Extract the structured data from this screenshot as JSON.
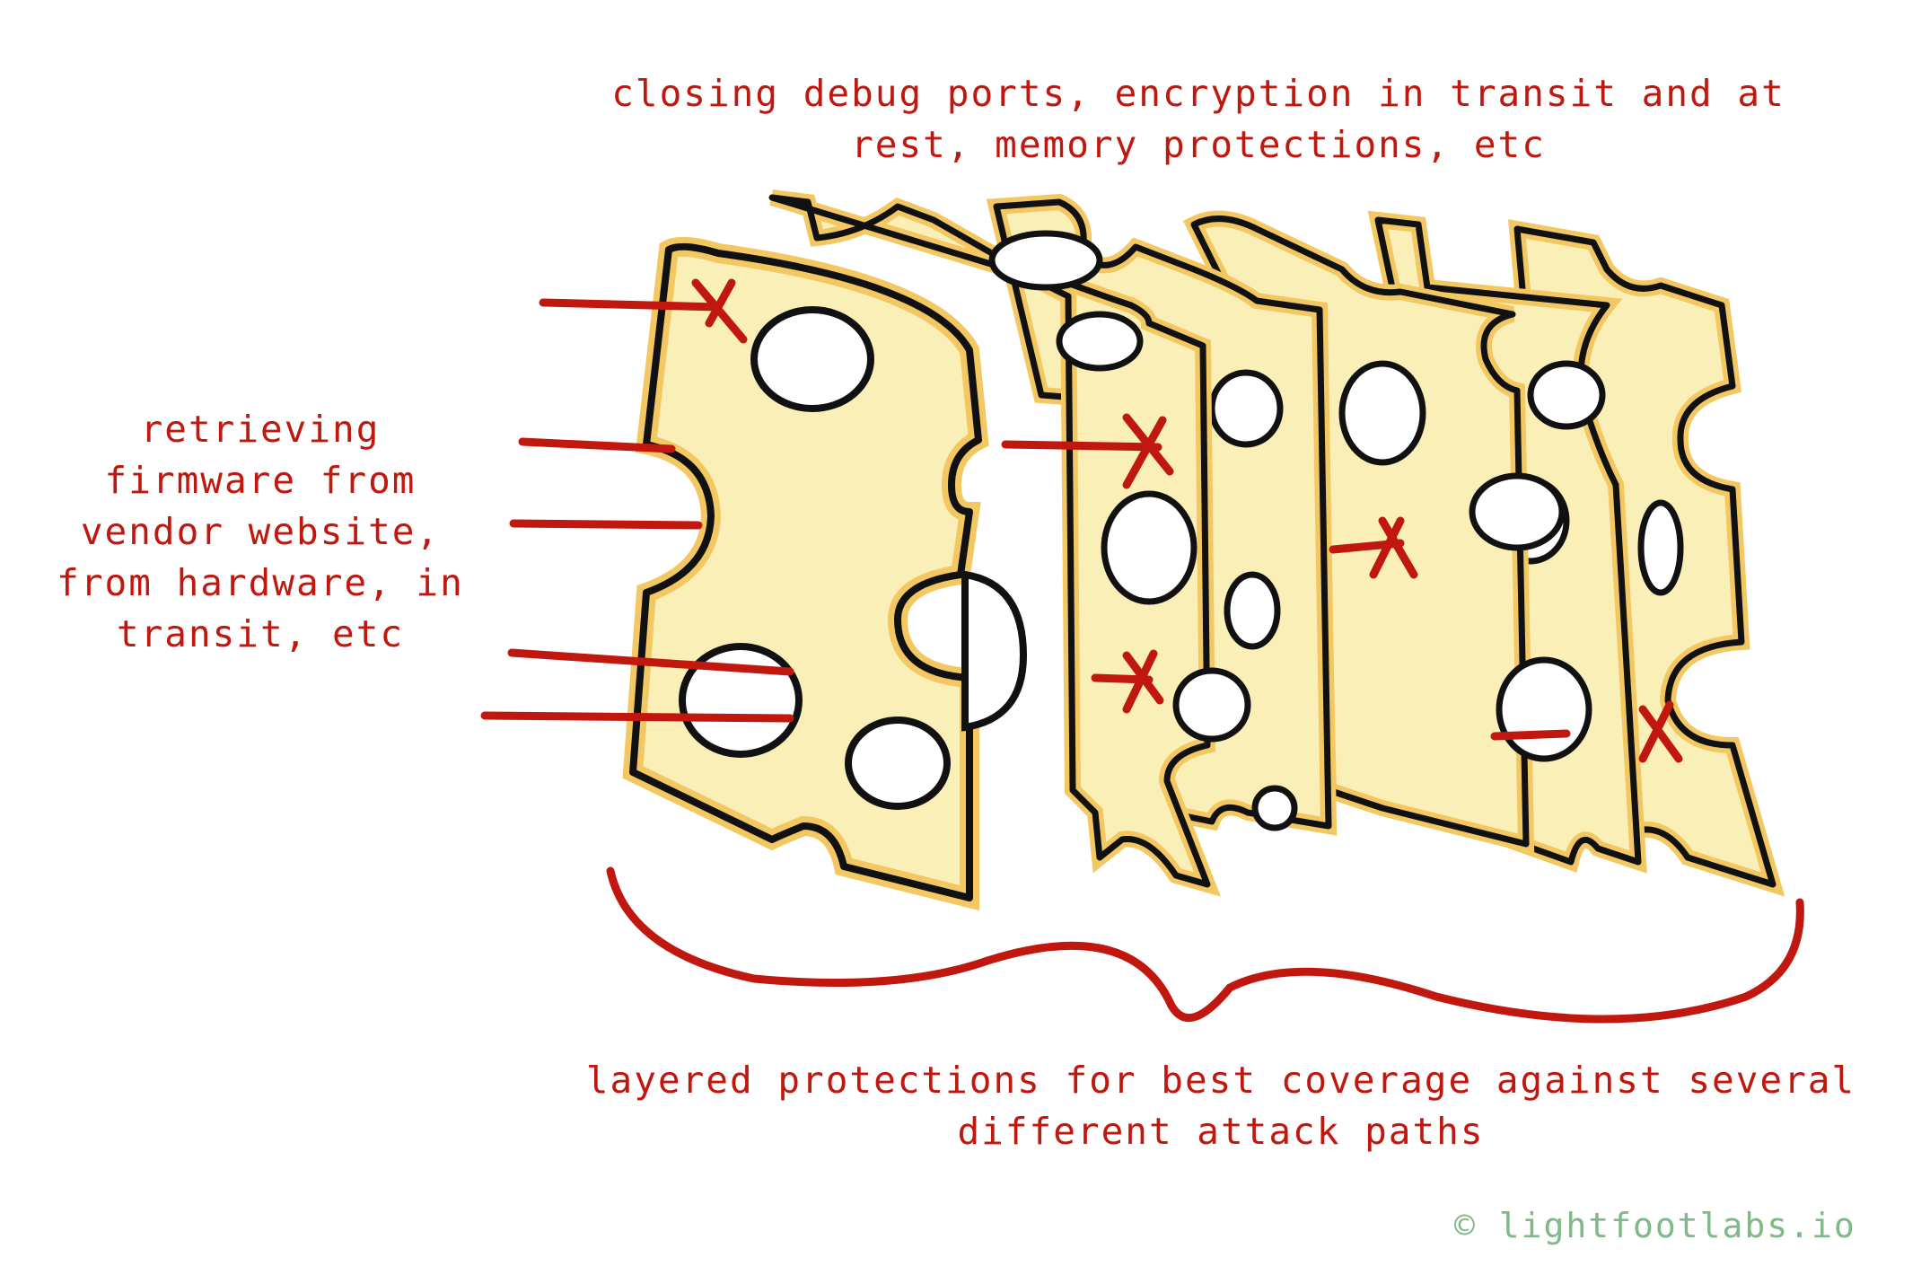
{
  "labels": {
    "top": {
      "line1": "closing debug ports, encryption in transit and at",
      "line2": "rest, memory protections, etc"
    },
    "left": {
      "line1": "retrieving",
      "line2": "firmware from",
      "line3": "vendor website,",
      "line4": "from hardware, in",
      "line5": "transit, etc"
    },
    "bottom": {
      "line1": "layered protections for best coverage against several",
      "line2": "different attack paths"
    }
  },
  "credit": "© lightfootlabs.io",
  "colors": {
    "accent": "#c0180f",
    "cheese_fill": "#fbefb8",
    "cheese_glow": "#f3c862",
    "outline": "#111111",
    "credit": "#7fb98a"
  }
}
